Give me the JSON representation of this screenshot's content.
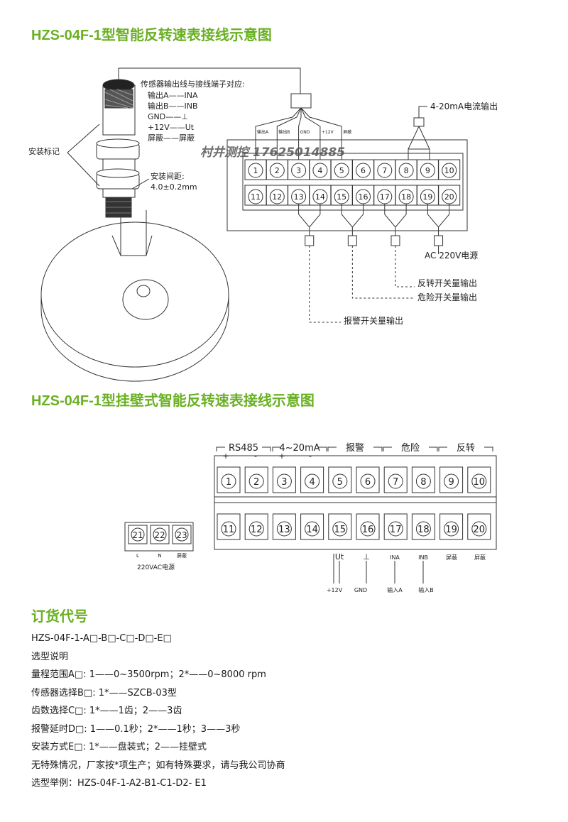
{
  "title1": "HZS-04F-1型智能反转速表接线示意图",
  "title2": "HZS-04F-1型挂壁式智能反转速表接线示意图",
  "watermark": "村井测控 17625014885",
  "d1": {
    "mapping_title": "传感器输出线与接线端子对应:",
    "mapping": [
      "输出A——INA",
      "输出B——INB",
      "GND——⊥",
      "+12V——Ut",
      "屏蔽——屏蔽"
    ],
    "install_mark": "安装标记",
    "gap_label": "安装间距:",
    "gap_value": "4.0±0.2mm",
    "current_output": "4-20mA电流输出",
    "ac_power": "AC 220V电源",
    "reverse_output": "反转开关量输出",
    "danger_output": "危险开关量输出",
    "alarm_output": "报警开关量输出",
    "wire_labels": [
      "输出A",
      "输出B",
      "GND",
      "+12V",
      "屏蔽"
    ],
    "top_terminals": [
      "1",
      "2",
      "3",
      "4",
      "5",
      "6",
      "7",
      "8",
      "9",
      "10"
    ],
    "bottom_terminals": [
      "11",
      "12",
      "13",
      "14",
      "15",
      "16",
      "17",
      "18",
      "19",
      "20"
    ]
  },
  "d2": {
    "groups": [
      "RS485",
      "4~20mA",
      "报警",
      "危险",
      "反转"
    ],
    "polarity": [
      "+",
      "-",
      "+",
      "-"
    ],
    "top_terminals": [
      "1",
      "2",
      "3",
      "4",
      "5",
      "6",
      "7",
      "8",
      "9",
      "10"
    ],
    "bottom_terminals": [
      "11",
      "12",
      "13",
      "14",
      "15",
      "16",
      "17",
      "18",
      "19",
      "20"
    ],
    "power_terminals": [
      "21",
      "22",
      "23"
    ],
    "power_sub": [
      "L",
      "N",
      "屏蔽"
    ],
    "power_label": "220VAC电源",
    "bottom_labels": [
      "Ut",
      "⊥",
      "INA",
      "INB",
      "屏蔽",
      "屏蔽"
    ],
    "bottom_wire_labels": [
      "+12V",
      "GND",
      "输入A",
      "输入B"
    ]
  },
  "order": {
    "title": "订货代号",
    "lines": [
      "HZS-04F-1-A□-B□-C□-D□-E□",
      "选型说明",
      "量程范围A□:  1——0~3500rpm；2*——0~8000 rpm",
      "传感器选择B□:  1*——SZCB-03型",
      "齿数选择C□:   1*——1齿；2——3齿",
      "报警延时D□:   1——0.1秒；2*——1秒；3——3秒",
      "安装方式E□:   1*——盘装式；2——挂壁式",
      "无特殊情况，厂家按*项生产；如有特殊要求，请与我公司协商",
      "选型举例：HZS-04F-1-A2-B1-C1-D2- E1"
    ]
  }
}
